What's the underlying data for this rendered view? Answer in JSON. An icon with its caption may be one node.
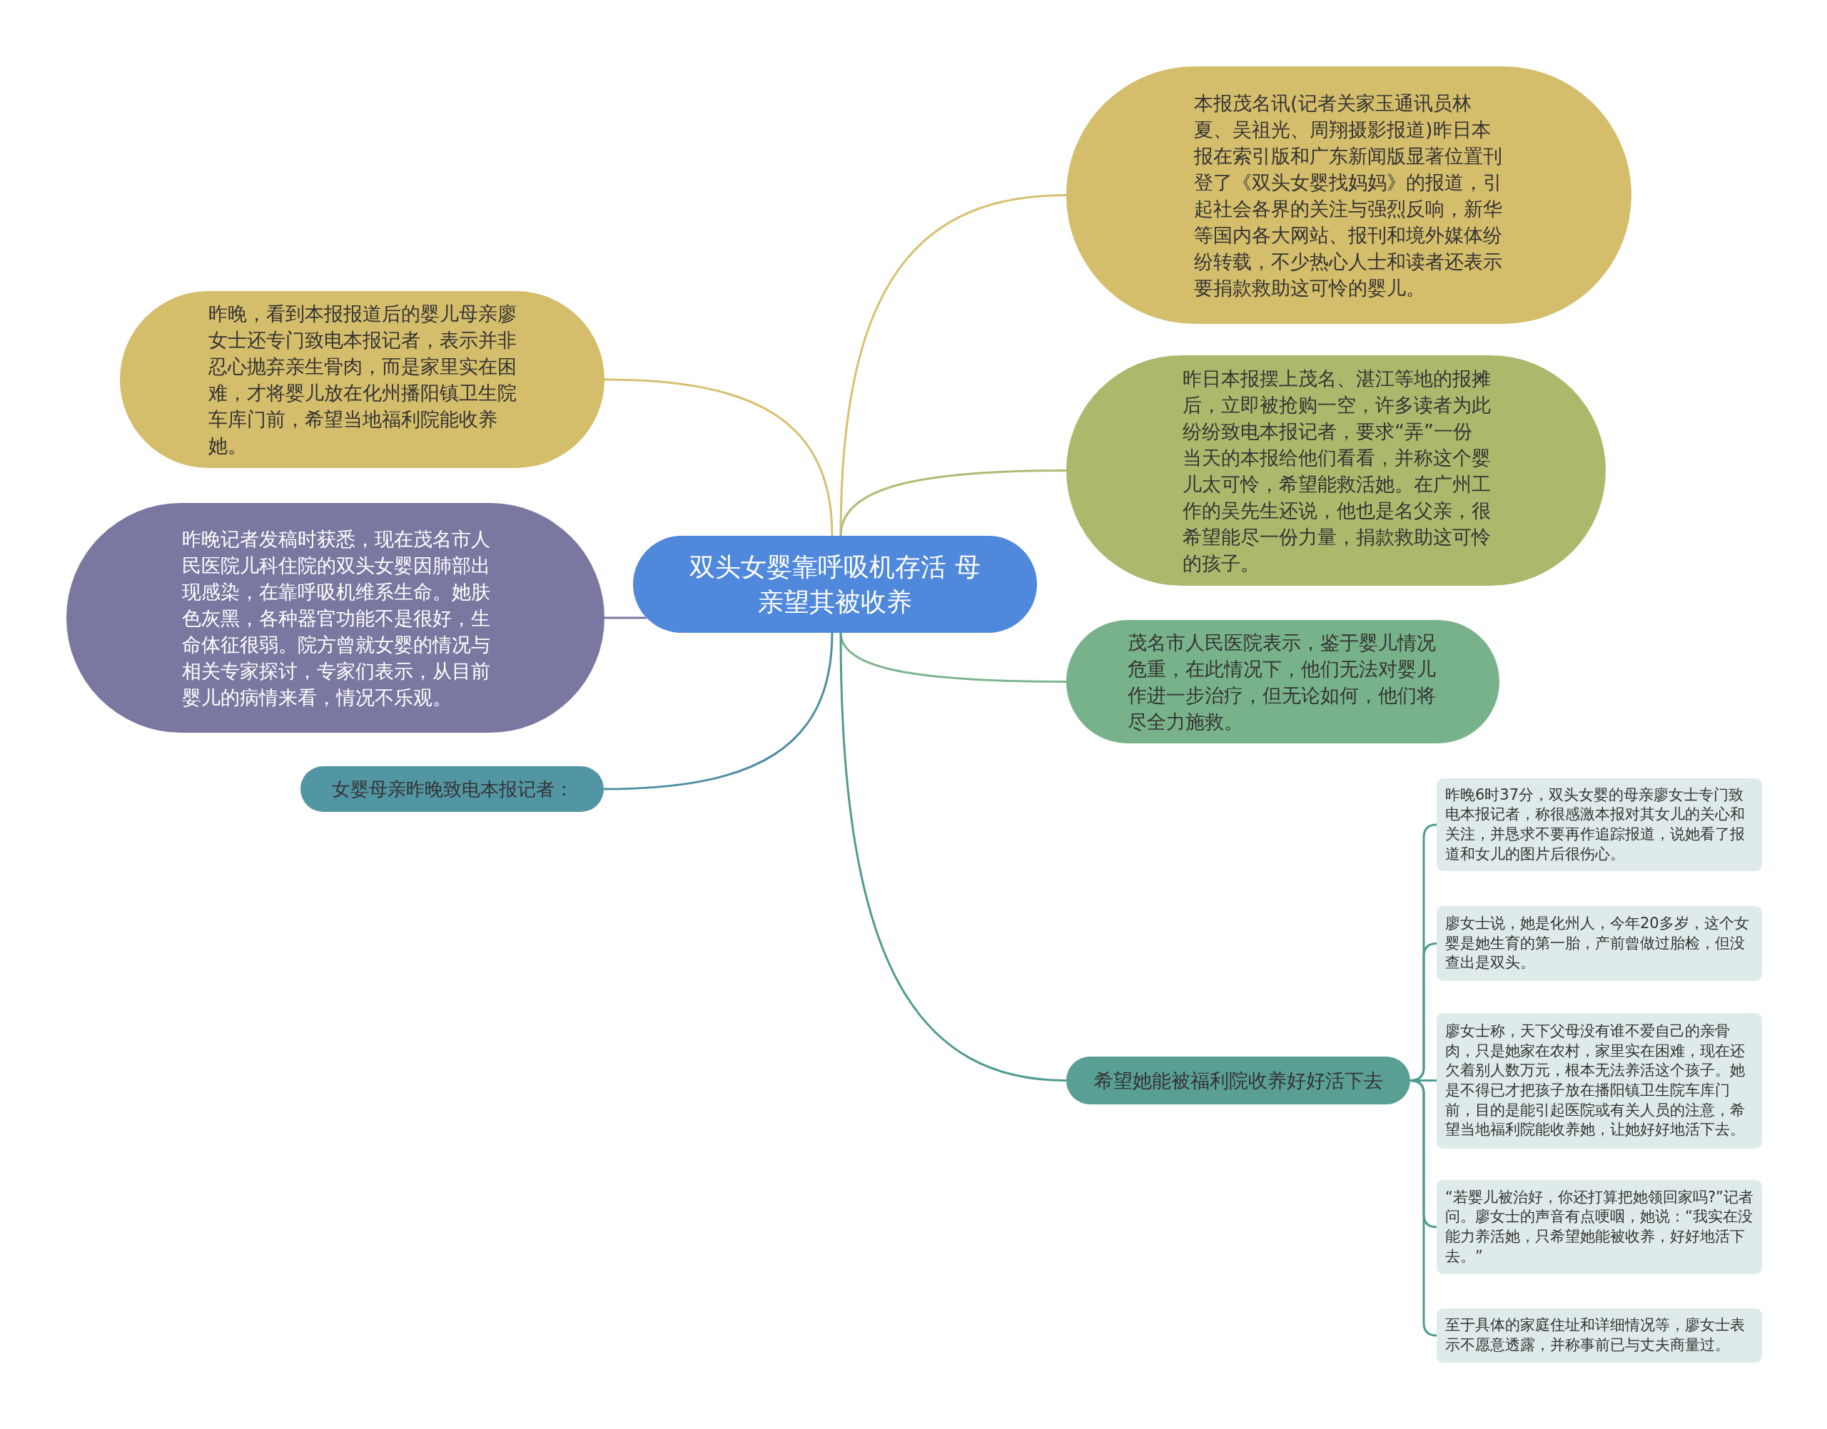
{
  "diagram": {
    "nodes": [
      {
        "text": [
          "双头女婴靠呼吸机存活 母亲望其被收养"
        ]
      },
      {
        "text": [
          "本报茂名讯(记者关家玉通讯员林夏、吴祖光、周翔摄影报道)昨日本报在索引版和广东新闻版显著位置刊登了《双头女婴找妈妈》的报道，引起社会各界的关注与强烈反响，新华等国内各大网站、报刊和境外媒体纷纷转载，不少热心人士和读者还表示要捐款救助这可怜的婴儿。"
        ]
      },
      {
        "text": [
          "昨日本报摆上茂名、湛江等地的报摊后，立即被抢购一空，许多读者为此纷纷致电本报记者，要求“弄”一份当天的本报给他们看看，并称这个婴儿太可怜，希望能救活她。在广州工作的吴先生还说，他也是名父亲，很希望能尽一份力量，捐款救助这可怜的孩子。"
        ]
      },
      {
        "text": [
          "茂名市人民医院表示，鉴于婴儿情况危重，在此情况下，他们无法对婴儿作进一步治疗，但无论如何，他们将尽全力施救。"
        ]
      },
      {
        "text": [
          "希望她能被福利院收养好好活下去"
        ]
      },
      {
        "text": [
          "昨晚6时37分，双头女婴的母亲廖女士专门致电本报记者，称很感激本报对其女儿的关心和关注，并恳求不要再作追踪报道，说她看了报道和女儿的图片后很伤心。"
        ]
      },
      {
        "text": [
          "廖女士说，她是化州人，今年20多岁，这个女婴是她生育的第一胎，产前曾做过胎检，但没查出是双头。"
        ]
      },
      {
        "text": [
          "廖女士称，天下父母没有谁不爱自己的亲骨肉，只是她家在农村，家里实在困难，现在还欠着别人数万元，根本无法养活这个孩子。她是不得已才把孩子放在播阳镇卫生院车库门前，目的是能引起医院或有关人员的注意，希望当地福利院能收养她，让她好好地活下去。"
        ]
      },
      {
        "text": [
          "“若婴儿被治好，你还打算把她领回家吗?”记者问。廖女士的声音有点哽咽，她说：“我实在没能力养活她，只希望她能被收养，好好地活下去。”"
        ]
      },
      {
        "text": [
          "至于具体的家庭住址和详细情况等，廖女士表示不愿意透露，并称事前已与丈夫商量过。"
        ]
      },
      {
        "text": [
          "昨晚，看到本报报道后的婴儿母亲廖女士还专门致电本报记者，表示并非忍心抛弃亲生骨肉，而是家里实在困难，才将婴儿放在化州播阳镇卫生院车库门前，希望当地福利院能收养她。"
        ]
      },
      {
        "text": [
          "昨晚记者发稿时获悉，现在茂名市人民医院儿科住院的双头女婴因肺部出现感染，在靠呼吸机维系生命。她肤色灰黑，各种器官功能不是很好，生命体征很弱。院方曾就女婴的情况与相关专家探讨，专家们表示，从目前婴儿的病情来看，情况不乐观。"
        ]
      },
      {
        "text": [
          "女婴母亲昨晚致电本报记者："
        ]
      }
    ],
    "edges": [
      {
        "from": 0,
        "to": 1,
        "arrow": "none",
        "color": "#d6c172"
      },
      {
        "from": 0,
        "to": 2,
        "arrow": "none",
        "color": "#b0ba73"
      },
      {
        "from": 0,
        "to": 3,
        "arrow": "none",
        "color": "#7bb48e"
      },
      {
        "from": 0,
        "to": 4,
        "arrow": "none"
      },
      {
        "from": 4,
        "to": 5,
        "arrow": "none"
      },
      {
        "from": 4,
        "to": 6,
        "arrow": "none"
      },
      {
        "from": 4,
        "to": 7,
        "arrow": "none"
      },
      {
        "from": 4,
        "to": 8,
        "arrow": "none"
      },
      {
        "from": 4,
        "to": 9,
        "arrow": "none"
      },
      {
        "from": 0,
        "to": 10,
        "arrow": "none",
        "color": "#d6c172"
      },
      {
        "from": 0,
        "to": 11,
        "arrow": "none",
        "color": "#7b79a1"
      },
      {
        "from": 0,
        "to": 12,
        "arrow": "none",
        "color": "#4f8da0"
      }
    ]
  }
}
